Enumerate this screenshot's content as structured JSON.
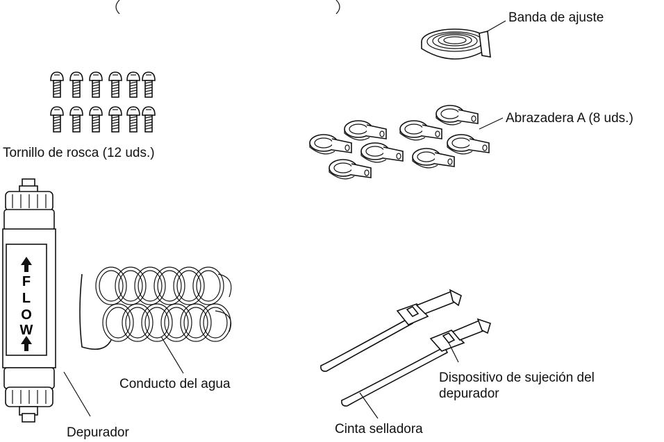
{
  "labels": {
    "band": "Banda de ajuste",
    "clamp": "Abrazadera A (8 uds.)",
    "screws": "Tornillo de rosca (12 uds.)",
    "hose": "Conducto del agua",
    "tape": "Cinta selladora",
    "holder_line1": "Dispositivo de sujeción del",
    "holder_line2": "depurador",
    "filter": "Depurador"
  },
  "filter_text": [
    "F",
    "L",
    "O",
    "W"
  ],
  "counts": {
    "screws": 12,
    "clamps": 8
  }
}
